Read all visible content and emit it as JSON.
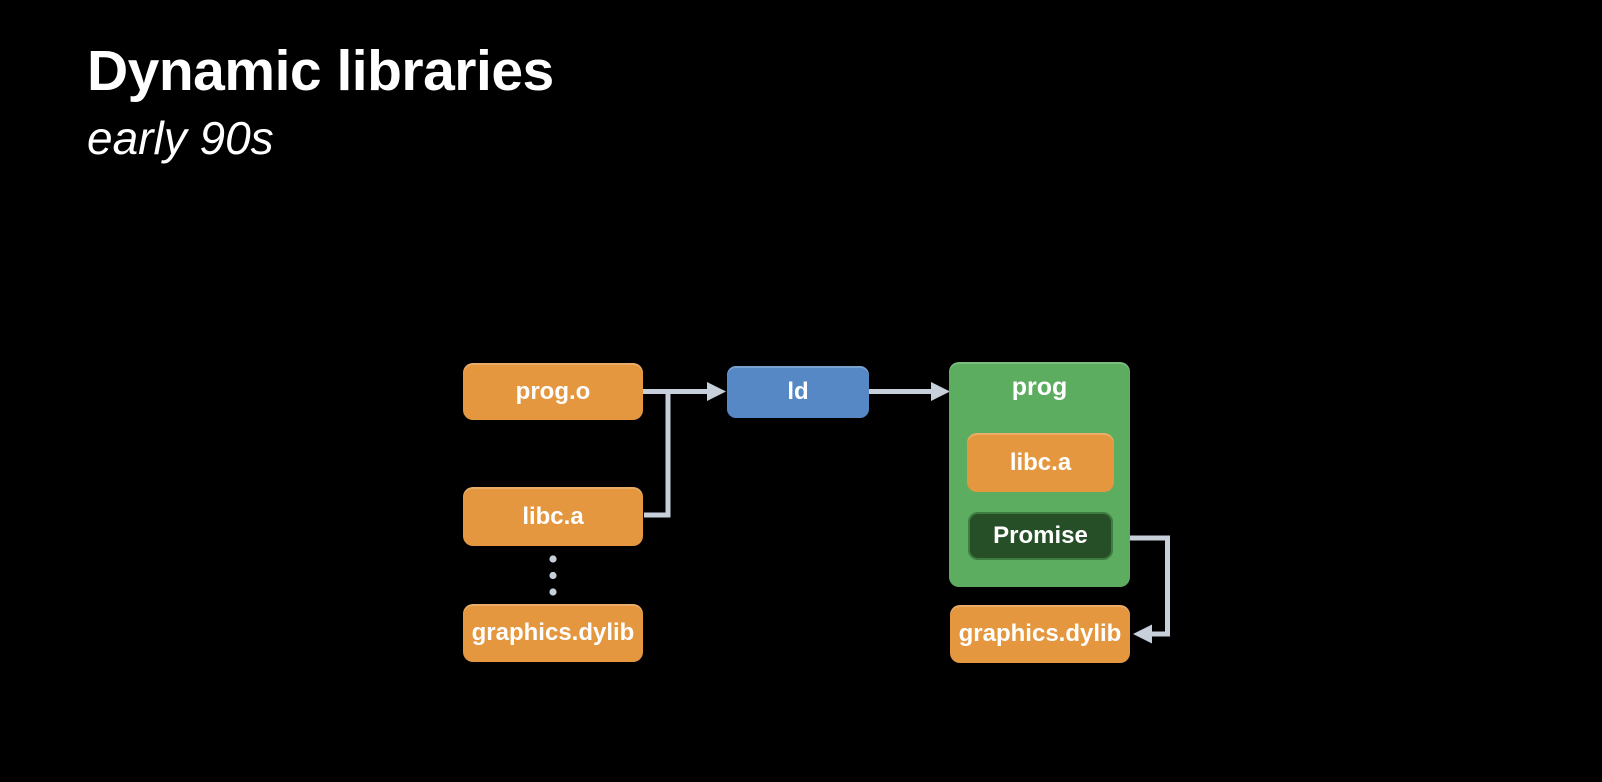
{
  "slide": {
    "title": "Dynamic libraries",
    "subtitle": "early 90s"
  },
  "diagram": {
    "inputs": [
      {
        "id": "prog-o",
        "label": "prog.o"
      },
      {
        "id": "libc-a",
        "label": "libc.a"
      },
      {
        "id": "graphics-dylib",
        "label": "graphics.dylib"
      }
    ],
    "ellipsis_icon": "vertical-ellipsis-dots",
    "linker": {
      "label": "ld"
    },
    "output": {
      "label": "prog",
      "contains": [
        {
          "id": "libc-a-embedded",
          "label": "libc.a"
        },
        {
          "id": "promise",
          "label": "Promise"
        }
      ]
    },
    "runtime_dependency": {
      "label": "graphics.dylib"
    },
    "colors": {
      "orange": "#E4973F",
      "blue": "#5588C4",
      "green": "#5CAD5F",
      "dark_green": "#264F28",
      "promise_border": "#3E7C41",
      "arrow": "#C7CFDB",
      "bg": "#000000",
      "text_white": "#FFFFFF"
    }
  }
}
